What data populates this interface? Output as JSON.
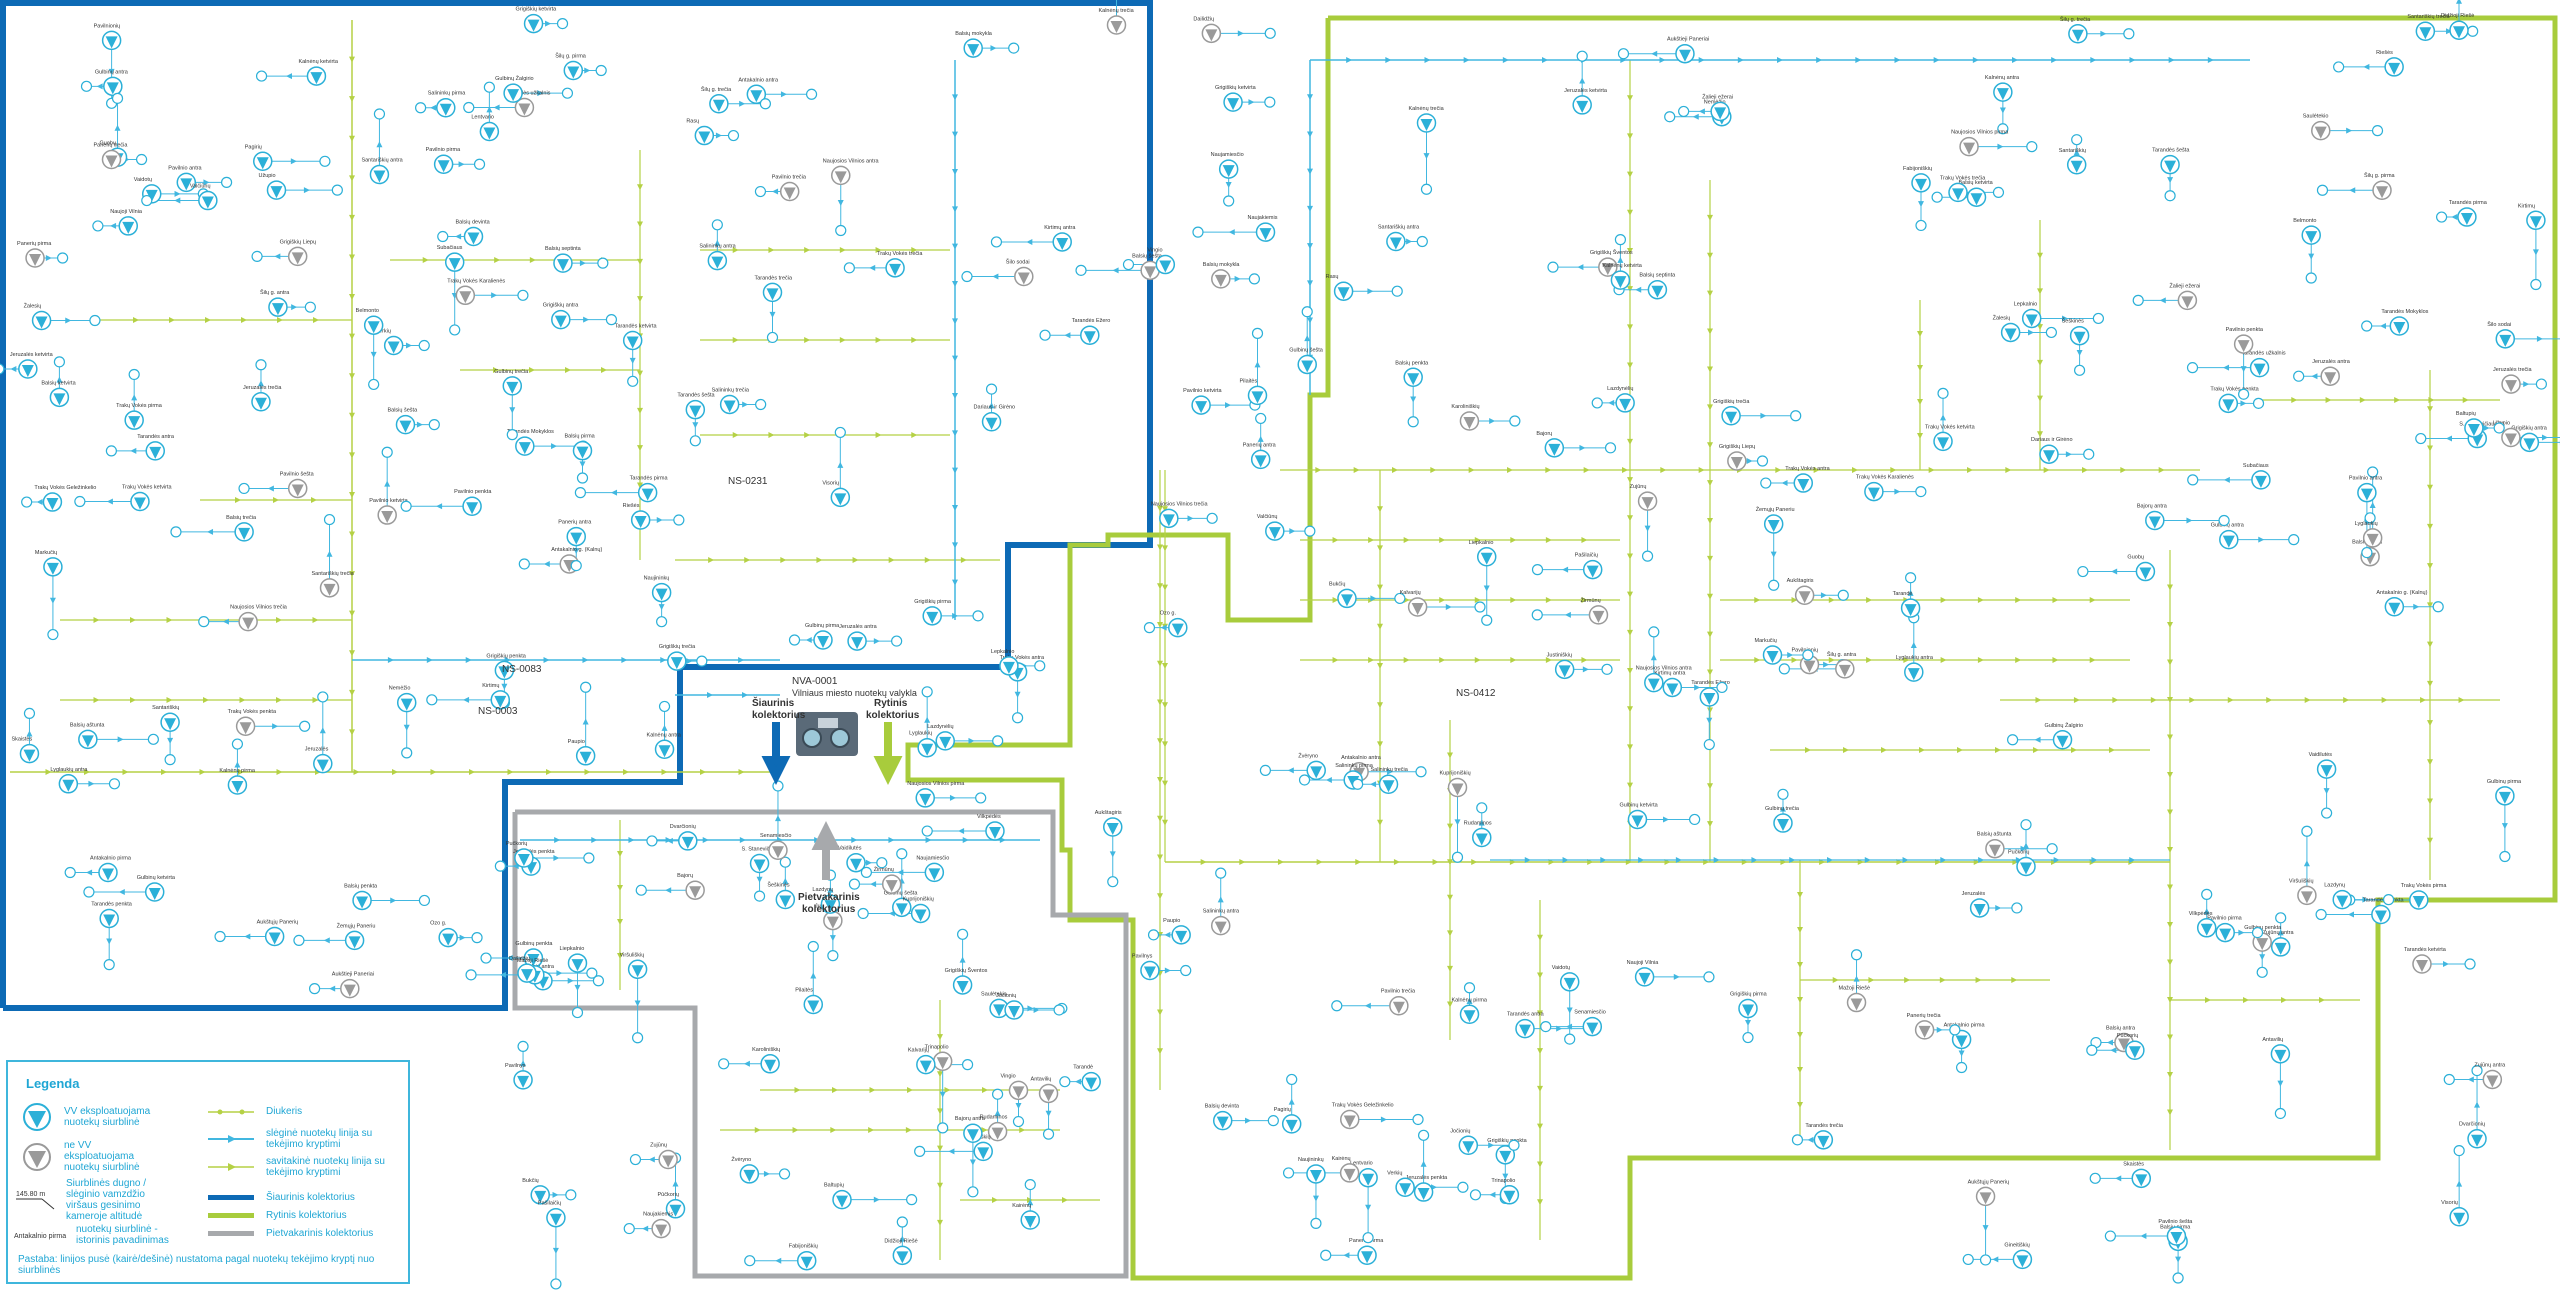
{
  "colors": {
    "north": "#0d6ab5",
    "east": "#a8cc3c",
    "southwest": "#a7a9ac",
    "pump_vv": "#2bb0d8",
    "pump_other": "#9a9a9a",
    "pressure": "#41b7e0",
    "gravity": "#b5d145",
    "text": "#333333",
    "legend": "#1fa6d4"
  },
  "center": {
    "code": "NVA-0001",
    "name": "Vilniaus miesto nuotekų valykla"
  },
  "collectors": {
    "north": "Šiaurinis kolektorius",
    "east": "Rytinis kolektorius",
    "southwest": "Pietvakarinis kolektorius"
  },
  "station_codes": [
    "NS-0083",
    "NS-0003",
    "NS-0231",
    "NS-0412"
  ],
  "station_names": [
    "Antakalnio g. (Kalnų)",
    "Antakalnio pirma",
    "Antakalnio antra",
    "Tarandės pirma",
    "Tarandės antra",
    "Tarandės trečia",
    "Tarandės ketvirta",
    "Tarandės penkta",
    "Tarandės šešta",
    "Tarandės užkalnis",
    "Tarandės Ežero",
    "Tarandės Mokyklos",
    "Jeruzalės",
    "Jeruzalės antra",
    "Jeruzalės trečia",
    "Jeruzalės ketvirta",
    "Jeruzalės penkta",
    "Šilo sodai",
    "S. Stanevičiaus 81",
    "Pavilnionių",
    "Šilų g. pirma",
    "Šilų g. antra",
    "Šilų g. trečia",
    "Skaistės",
    "Gulbinų pirma",
    "Gulbinų antra",
    "Gulbinų trečia",
    "Gulbinų ketvirta",
    "Gulbinų penkta",
    "Gulbinų šešta",
    "Gulbinų Žalgirio",
    "Balsių pirma",
    "Balsių antra",
    "Balsių trečia",
    "Balsių ketvirta",
    "Balsių penkta",
    "Balsių šešta",
    "Balsių septinta",
    "Balsių aštunta",
    "Balsių devinta",
    "Balsių mokykla",
    "Visorių",
    "Ozo g.",
    "Santariškių",
    "Santariškių antra",
    "Santariškių trečia",
    "Verkių",
    "Lazdynėlių",
    "Guobų",
    "Pučkorių",
    "Grigiškių Liepų",
    "Grigiškių pirma",
    "Grigiškių antra",
    "Grigiškių trečia",
    "Grigiškių ketvirta",
    "Grigiškių penkta",
    "Grigiškių Šventos",
    "Žalesių",
    "Žemųjų Paneriu",
    "Panerių pirma",
    "Panerių antra",
    "Panerių trečia",
    "Trakų Vokės pirma",
    "Trakų Vokės antra",
    "Trakų Vokės trečia",
    "Trakų Vokės ketvirta",
    "Trakų Vokės penkta",
    "Trakų Vokės Karalienės",
    "Trakų Vokės Geležinkelio",
    "Kirtimų",
    "Kirtimų antra",
    "Dariaus ir Girėno",
    "Naujininkų",
    "Salininkų pirma",
    "Salininkų antra",
    "Salininkų trečia",
    "Vaidilutės",
    "Aukštieji Paneriai",
    "Rasų",
    "Markučių",
    "Lepkalnio",
    "Paupio",
    "Užupio",
    "Subačiaus",
    "Belmonto",
    "Nemėžio",
    "Lyglaukių",
    "Lyglaukių antra",
    "Pavilnio pirma",
    "Pavilnio antra",
    "Pavilnio trečia",
    "Pavilnio ketvirta",
    "Pavilnio penkta",
    "Pavilnio šešta",
    "Kalnėnų pirma",
    "Kalnėnų antra",
    "Kalnėnų trečia",
    "Kalnėnų ketvirta",
    "Naujoji Vilnia",
    "Naujosios Vilnios pirma",
    "Naujosios Vilnios antra",
    "Naujosios Vilnios trečia",
    "Riešės",
    "Vaidotų",
    "Aukštųjų Panerių",
    "Pagirių",
    "Lentvario",
    "Valčiūnų",
    "Rudaminos",
    "Didžioji Riešė",
    "Mažoji Riešė",
    "Bajorų",
    "Gineitiškių",
    "Saulėtekio",
    "Trinapolio",
    "Jočionių",
    "Pilaitės",
    "Bukčių",
    "Vilkpėdės",
    "Liepkalnio",
    "Dvarčionių",
    "Kalvarijų",
    "Žirmūnų",
    "Šeškinės",
    "Fabijoniškių",
    "Pašilaičių",
    "Justiniškių",
    "Viršuliškių",
    "Karoliniškių",
    "Lazdynų",
    "Vingio",
    "Naujamiesčio",
    "Senamiesčio",
    "Žvėryno",
    "Antavilių",
    "Pūčkorių",
    "Kairėnų",
    "Aukštagiris",
    "Pavilnys",
    "Naujakiemis",
    "Dailidžių",
    "Kuprijoniškių",
    "Baltupių",
    "Tarandė",
    "Zujūnų",
    "Bajorų antra",
    "Zujūnų antra",
    "Žalieji ežerai"
  ],
  "legend": {
    "title": "Legenda",
    "vv_pump": "VV eksploatuojama nuotekų siurblinė",
    "other_pump": "ne VV eksploatuojama nuotekų siurblinė",
    "altitude": "Siurblinės dugno / slėginio vamzdžio viršaus gesinimo kameroje altitudė",
    "altitude_sample": "145.80 m",
    "name_item": "nuotekų siurblinė - istorinis pavadinimas",
    "name_sample": "Antakalnio pirma",
    "diukeris": "Diukeris",
    "pressure": "slėginė nuotekų linija su tekėjimo kryptimi",
    "gravity": "savitakinė nuotekų linija su tekėjimo kryptimi",
    "north": "Šiaurinis kolektorius",
    "east": "Rytinis kolektorius",
    "southwest": "Pietvakarinis kolektorius",
    "note": "Pastaba: linijos pusė (kairė/dešinė) nustatoma pagal nuotekų tekėjimo kryptį nuo siurblinės"
  }
}
